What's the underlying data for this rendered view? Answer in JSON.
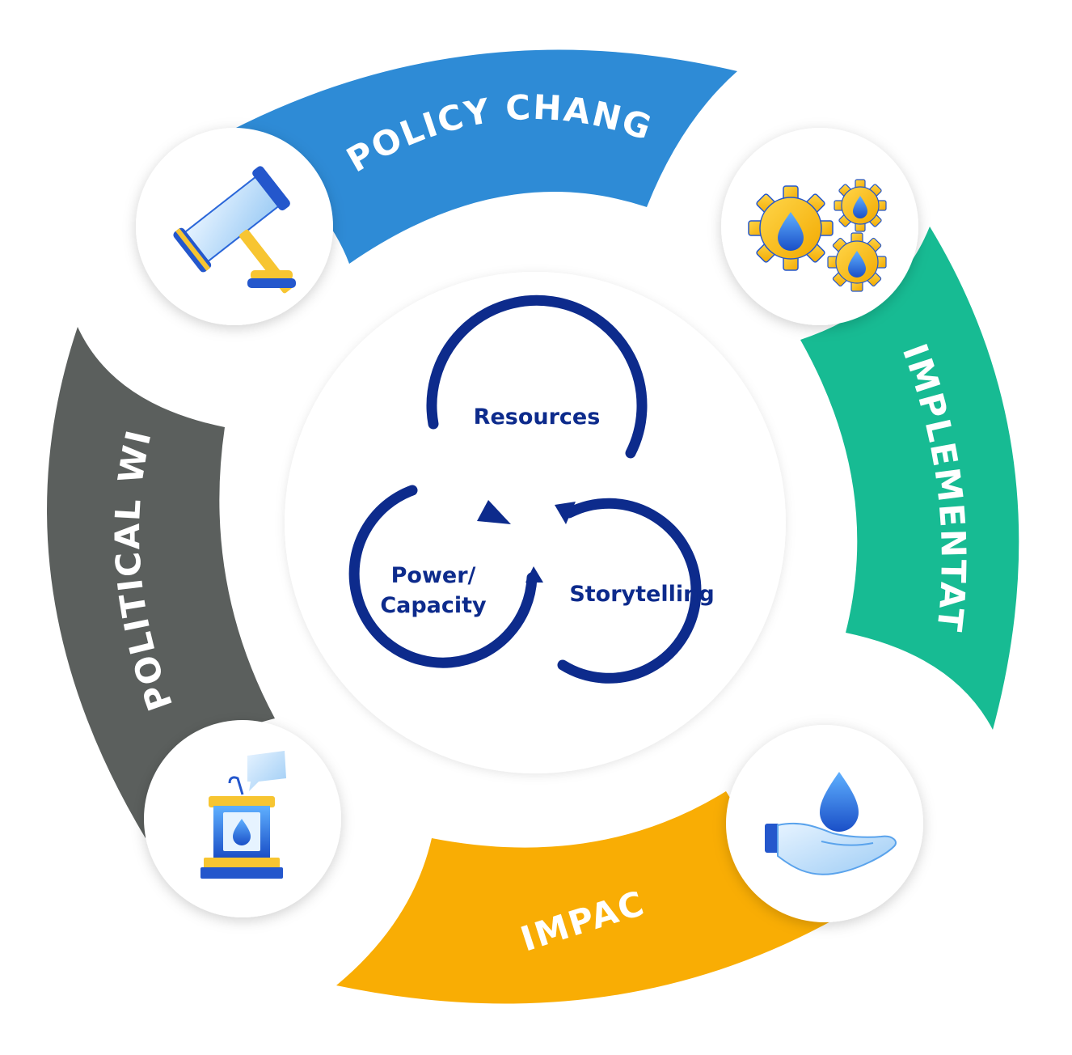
{
  "cycle": {
    "segments": [
      {
        "key": "policy",
        "label": "POLICY CHANGE",
        "color": "#2e8bd6"
      },
      {
        "key": "implementation",
        "label": "IMPLEMENTATION",
        "color": "#17bb93"
      },
      {
        "key": "impact",
        "label": "IMPACT",
        "color": "#f9ad04"
      },
      {
        "key": "political",
        "label": "POLITICAL WILL",
        "color": "#5b5f5d"
      }
    ],
    "icons": {
      "policy": "gavel-icon",
      "implementation": "gears-water-drop-icon",
      "impact": "hand-water-drop-icon",
      "political": "podium-speech-icon"
    }
  },
  "inner_cycle": {
    "items": [
      {
        "key": "resources",
        "label": "Resources"
      },
      {
        "key": "storytelling",
        "label": "Storytelling"
      },
      {
        "key": "power_line1",
        "label": "Power/"
      },
      {
        "key": "power_line2",
        "label": "Capacity"
      }
    ],
    "loop_color": "#0d2b8c"
  },
  "colors": {
    "accent_blue": "#2e8bd6",
    "accent_yellow": "#f7c531",
    "dark_navy": "#0d2b8c"
  }
}
